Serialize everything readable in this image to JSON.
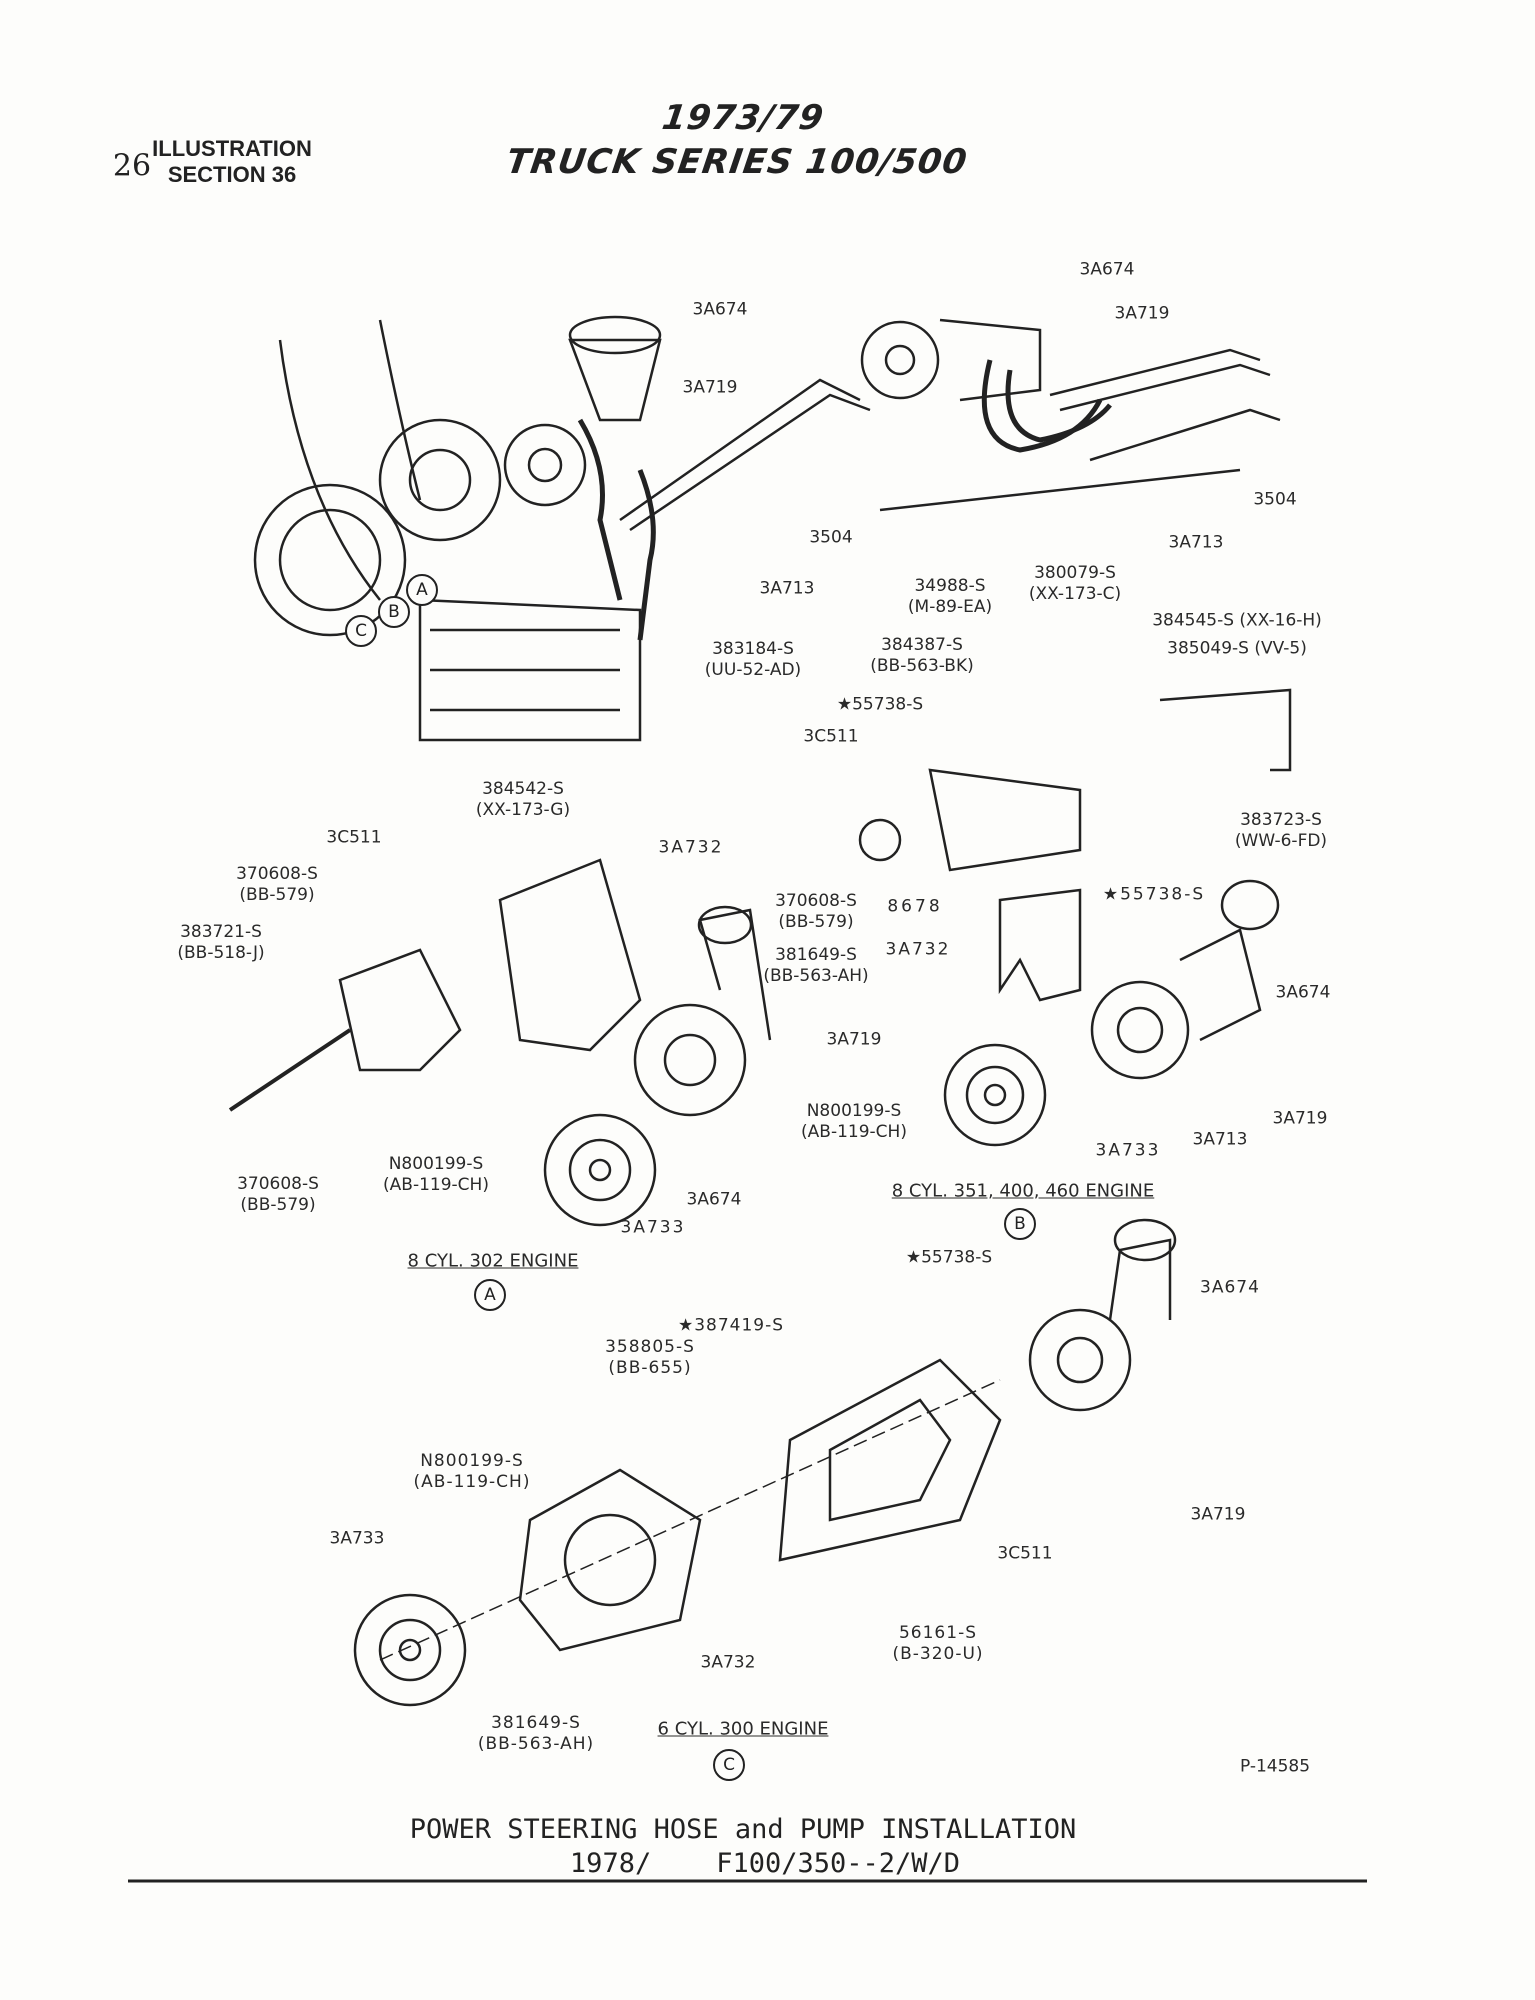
{
  "header": {
    "page_number": "26",
    "section_line1": "ILLUSTRATION",
    "section_line2": "SECTION 36",
    "title_line1": "1973/79",
    "title_line2": "TRUCK SERIES 100/500"
  },
  "callouts": {
    "a1": "3A674",
    "a2": "3A719",
    "a3": "3504",
    "a4": "3A713",
    "a5": [
      "383184-S",
      "(UU-52-AD)"
    ],
    "b1": "3A674",
    "b2": "3A719",
    "b3": "3504",
    "b4": "3A713",
    "b5": [
      "34988-S",
      "(M-89-EA)"
    ],
    "b6": [
      "380079-S",
      "(XX-173-C)"
    ],
    "b7": "384545-S (XX-16-H)",
    "b8": "385049-S (VV-5)",
    "b9": [
      "384387-S",
      "(BB-563-BK)"
    ],
    "b10": "★55738-S",
    "b11": "3C511",
    "b12": [
      "383723-S",
      "(WW-6-FD)"
    ],
    "b13": [
      "370608-S",
      "(BB-579)"
    ],
    "b14": "8678",
    "b15": "★55738-S",
    "b16": [
      "381649-S",
      "(BB-563-AH)"
    ],
    "b17": "3A732",
    "b18": "3A674",
    "b19": [
      "N800199-S",
      "(AB-119-CH)"
    ],
    "b20": "3A719",
    "b21": "3A713",
    "b22": "3A733",
    "p1": [
      "384542-S",
      "(XX-173-G)"
    ],
    "p2": "3A732",
    "p3": "3C511",
    "p4": [
      "370608-S",
      "(BB-579)"
    ],
    "p5": [
      "383721-S",
      "(BB-518-J)"
    ],
    "p6": "3A719",
    "p7": [
      "370608-S",
      "(BB-579)"
    ],
    "p8": [
      "N800199-S",
      "(AB-119-CH)"
    ],
    "p9": "3A674",
    "p10": "3A733",
    "c1": "★55738-S",
    "c2": "3A674",
    "c3": "★387419-S",
    "c4": [
      "358805-S",
      "(BB-655)"
    ],
    "c5": [
      "N800199-S",
      "(AB-119-CH)"
    ],
    "c6": "3A733",
    "c7": "3A719",
    "c8": "3C511",
    "c9": [
      "56161-S",
      "(B-320-U)"
    ],
    "c10": "3A732",
    "c11": [
      "381649-S",
      "(BB-563-AH)"
    ]
  },
  "view_markers": {
    "a": "A",
    "b": "B",
    "c": "C"
  },
  "engines": {
    "a": "8 CYL. 302 ENGINE",
    "b": "8 CYL. 351, 400, 460 ENGINE",
    "c": "6 CYL. 300 ENGINE"
  },
  "figure_number": "P-14585",
  "caption": {
    "line1": "POWER STEERING HOSE and PUMP INSTALLATION",
    "line2": "1978/    F100/350--2/W/D"
  }
}
